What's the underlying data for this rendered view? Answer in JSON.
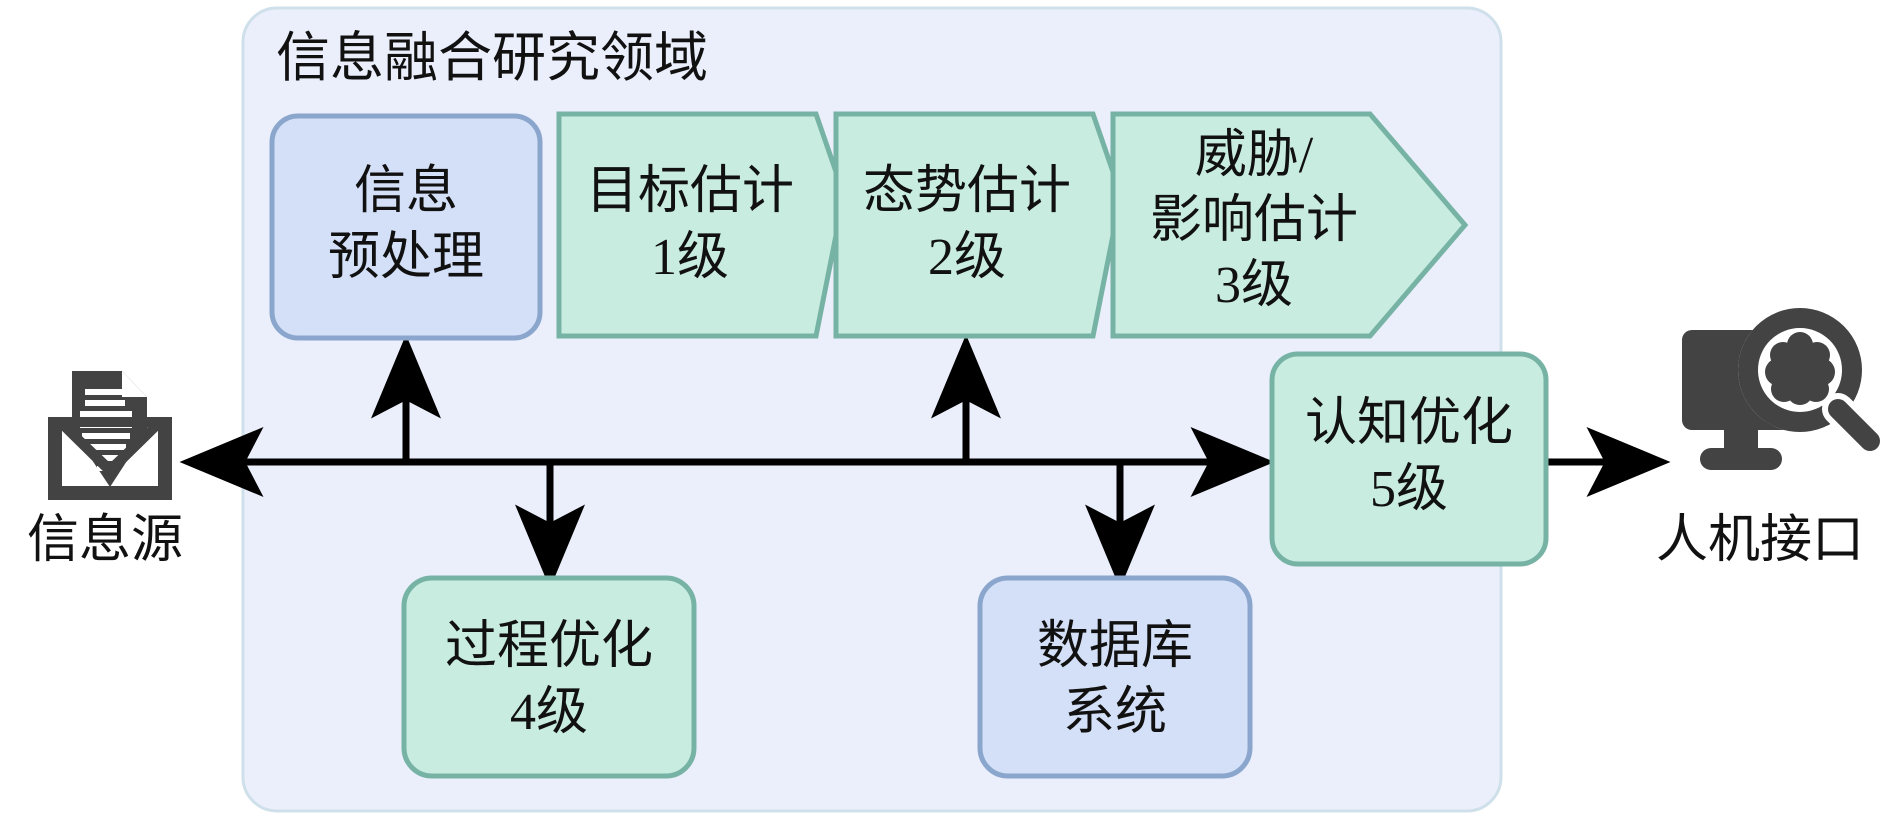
{
  "diagram": {
    "title": "信息融合研究领域",
    "container": {
      "label": "信息融合研究领域",
      "fill": "#eaeffb",
      "stroke": "#cfe0ea"
    },
    "colors": {
      "blue_fill": "#d3e0f7",
      "blue_stroke": "#8ba6cc",
      "teal_fill": "#c9ece1",
      "teal_stroke": "#77b3a4",
      "arrow": "#000000",
      "icon": "#434343",
      "panel_fill": "#eaeffb",
      "panel_stroke": "#cfe0ea",
      "text": "#111111"
    },
    "nodes": {
      "preprocess": {
        "name": "信息预处理",
        "line1": "信息",
        "line2": "预处理",
        "shape": "rounded-rect",
        "fill": "#d3e0f7",
        "stroke": "#8ba6cc"
      },
      "level1": {
        "name": "目标估计 1级",
        "line1": "目标估计",
        "line2": "1级",
        "shape": "chevron",
        "fill": "#c9ece1",
        "stroke": "#77b3a4"
      },
      "level2": {
        "name": "态势估计 2级",
        "line1": "态势估计",
        "line2": "2级",
        "shape": "chevron",
        "fill": "#c9ece1",
        "stroke": "#77b3a4"
      },
      "level3": {
        "name": "威胁/影响估计 3级",
        "line1": "威胁/",
        "line2": "影响估计",
        "line3": "3级",
        "shape": "chevron-arrow",
        "fill": "#c9ece1",
        "stroke": "#77b3a4"
      },
      "level5": {
        "name": "认知优化 5级",
        "line1": "认知优化",
        "line2": "5级",
        "shape": "rounded-rect",
        "fill": "#c9ece1",
        "stroke": "#77b3a4"
      },
      "level4": {
        "name": "过程优化 4级",
        "line1": "过程优化",
        "line2": "4级",
        "shape": "rounded-rect",
        "fill": "#c9ece1",
        "stroke": "#77b3a4"
      },
      "database": {
        "name": "数据库系统",
        "line1": "数据库",
        "line2": "系统",
        "shape": "rounded-rect",
        "fill": "#d3e0f7",
        "stroke": "#8ba6cc"
      }
    },
    "external": {
      "source": {
        "label": "信息源",
        "icon": "document-inbox-icon"
      },
      "interface": {
        "label": "人机接口",
        "icon": "monitor-magnifier-icon"
      }
    },
    "connections": [
      {
        "from": "bus",
        "to": "source",
        "type": "arrow-left"
      },
      {
        "from": "bus",
        "to": "preprocess",
        "type": "arrow-up"
      },
      {
        "from": "bus",
        "to": "level2",
        "type": "arrow-up"
      },
      {
        "from": "bus",
        "to": "level4",
        "type": "arrow-down"
      },
      {
        "from": "bus",
        "to": "database",
        "type": "arrow-down"
      },
      {
        "from": "bus",
        "to": "level5",
        "type": "arrow-right"
      },
      {
        "from": "level5",
        "to": "interface",
        "type": "arrow-both"
      }
    ]
  }
}
